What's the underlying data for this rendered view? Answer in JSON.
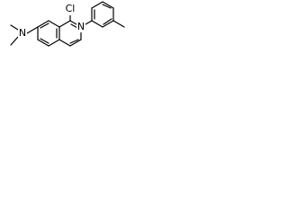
{
  "molecule": {
    "atoms": {
      "cl": "Cl",
      "n_ring": "N",
      "n_amine": "N"
    }
  }
}
